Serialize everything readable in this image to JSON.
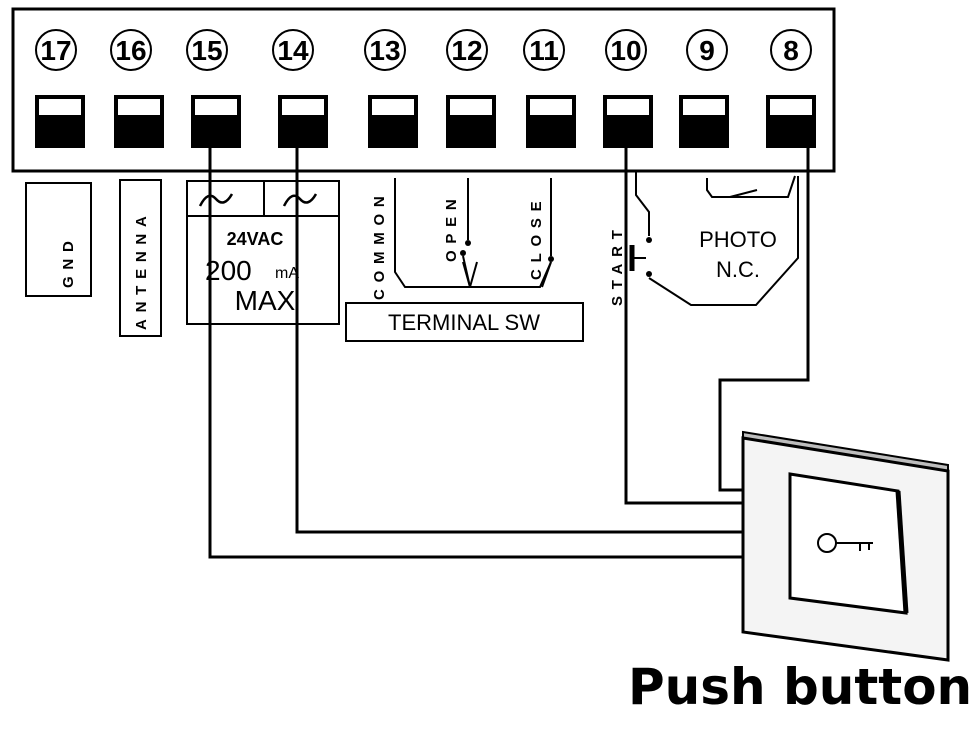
{
  "terminals": [
    {
      "num": "17"
    },
    {
      "num": "16"
    },
    {
      "num": "15"
    },
    {
      "num": "14"
    },
    {
      "num": "13"
    },
    {
      "num": "12"
    },
    {
      "num": "11"
    },
    {
      "num": "10"
    },
    {
      "num": "9"
    },
    {
      "num": "8"
    }
  ],
  "labels": {
    "gnd": "GND",
    "antenna": "ANTENNA",
    "power_voltage": "24VAC",
    "power_current": "200",
    "power_unit": "mA",
    "power_max": "MAX",
    "common": "COMMON",
    "open": "OPEN",
    "close": "CLOSE",
    "terminal_sw": "TERMINAL SW",
    "start": "START",
    "photo": "PHOTO",
    "nc": "N.C."
  },
  "caption": "Push button",
  "colors": {
    "line": "#000000",
    "background": "#ffffff",
    "button_face": "#f4f4f4"
  },
  "icons": {
    "key": "key-icon"
  }
}
